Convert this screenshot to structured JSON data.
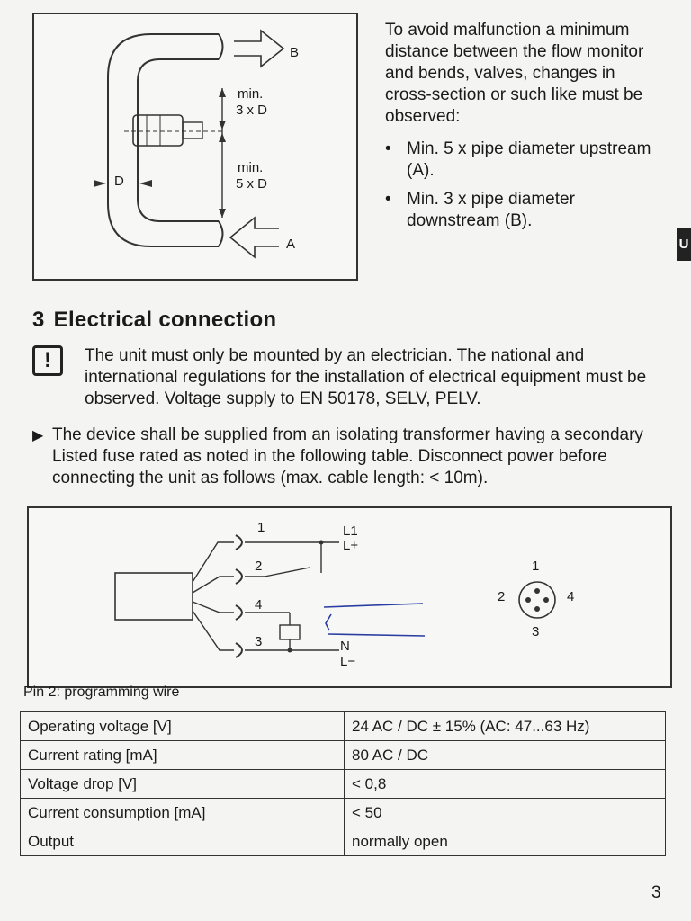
{
  "flow_figure": {
    "label_b": "B",
    "label_a": "A",
    "label_d": "D",
    "min_label": "min.",
    "downstream_dist": "3 x D",
    "upstream_dist": "5 x D"
  },
  "intro": {
    "paragraph": "To avoid malfunction a minimum distance between the flow monitor and bends, valves, changes in cross-section or such like must be observed:",
    "bullet_char": "•",
    "bullets": [
      "Min. 5 x pipe diameter upstream (A).",
      "Min. 3 x pipe diameter downstream (B)."
    ]
  },
  "side_tab": "U",
  "section": {
    "number": "3",
    "title": "Electrical connection"
  },
  "warning": {
    "icon_glyph": "!",
    "text": "The unit must only be mounted by an electrician. The national and international regulations for the installation of electrical equipment must be observed. Voltage supply to EN 50178, SELV, PELV."
  },
  "instruction": {
    "marker": "▶",
    "text": "The device shall be supplied from an isolating transformer having a secondary Listed fuse rated as noted in the following table. Disconnect power before connecting the unit as follows (max. cable length: < 10m)."
  },
  "wiring": {
    "pins": [
      "1",
      "2",
      "4",
      "3"
    ],
    "terminal_top_1": "L1",
    "terminal_top_2": "L+",
    "terminal_bottom_1": "N",
    "terminal_bottom_2": "L−",
    "connector_pins": {
      "top": "1",
      "left": "2",
      "right": "4",
      "bottom": "3"
    }
  },
  "pin_note": "Pin 2: programming wire",
  "spec_table": {
    "rows": [
      [
        "Operating voltage [V]",
        "24 AC / DC ± 15% (AC: 47...63 Hz)"
      ],
      [
        "Current rating [mA]",
        "80 AC / DC"
      ],
      [
        "Voltage drop [V]",
        "< 0,8"
      ],
      [
        "Current consumption [mA]",
        "< 50"
      ],
      [
        "Output",
        "normally open"
      ]
    ]
  },
  "page_number": "3"
}
